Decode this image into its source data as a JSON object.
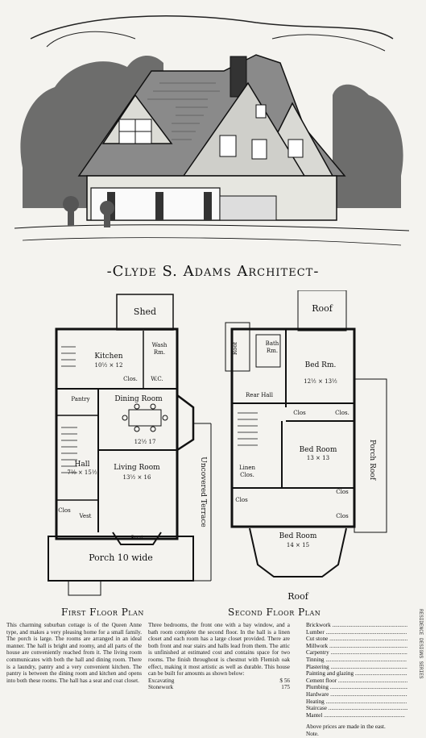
{
  "architect": "-Clyde S. Adams Architect-",
  "first_floor": {
    "caption": "First Floor Plan",
    "rooms": {
      "shed": "Shed",
      "kitchen": "Kitchen",
      "kitchen_size": "10½ × 12",
      "wash": "Wash",
      "wash2": "Rm.",
      "clos": "Clos.",
      "wc": "W.C.",
      "pantry": "Pantry",
      "dining": "Dining Room",
      "dining_size": "12½ 17",
      "hall": "Hall",
      "hall_size": "7½ × 15½",
      "living": "Living Room",
      "living_size": "13½ × 16",
      "vest": "Vest",
      "clos2": "Clos",
      "seat": "Seat",
      "terrace": "Uncovered Terrace",
      "porch": "Porch  10 wide"
    }
  },
  "second_floor": {
    "caption": "Second Floor Plan",
    "rooms": {
      "roof_top": "Roof",
      "roof_left": "Roof",
      "bath": "Bath",
      "bath2": "Rm.",
      "bed1": "Bed Rm.",
      "bed1_size": "12½ × 13½",
      "rear_hall": "Rear Hall",
      "clos_a": "Clos",
      "clos_b": "Clos.",
      "bed2": "Bed Room",
      "bed2_size": "13 × 13",
      "linen": "Linen",
      "linen2": "Clos.",
      "clos_c": "Clos",
      "clos_d": "Clos",
      "clos_e": "Clos",
      "bed3": "Bed Room",
      "bed3_size": "14 × 15",
      "roof_bottom": "Roof",
      "porch_roof": "Porch Roof"
    }
  },
  "description": {
    "col1": "This charming suburban cottage is of the Queen Anne type, and makes a very pleasing home for a small family. The porch is large. The rooms are arranged in an ideal manner. The hall is bright and roomy, and all parts of the house are conveniently reached from it. The living room communicates with both the hall and dining room. There is a laundry, pantry and a very convenient kitchen. The pantry is between the dining room and kitchen and opens into both these rooms. The hall has a seat and coat closet.",
    "col2": "Three bedrooms, the front one with a bay window, and a bath room complete the second floor. In the hall is a linen closet and each room has a large closet provided. There are both front and rear stairs and halls lead from them. The attic is unfinished at estimated cost and contains space for two rooms. The finish throughout is chestnut with Flemish oak effect, making it most artistic as well as durable. This house can be built for amounts as shown below:",
    "cost1_label": "Excavating",
    "cost1_value": "$ 56",
    "cost2_label": "Stonework",
    "cost2_value": "175"
  },
  "specs": {
    "items": [
      "Brickwork",
      "Lumber",
      "Cut stone",
      "Millwork",
      "Carpentry",
      "Tinning",
      "Plastering",
      "Painting and glazing",
      "Cement floor",
      "Plumbing",
      "Hardware",
      "Heating",
      "Staircase",
      "Mantel"
    ],
    "note1": "Above prices are made in the east.",
    "note2": "Note."
  },
  "side_text": "RESIDENCE DESIGNS SERIES"
}
